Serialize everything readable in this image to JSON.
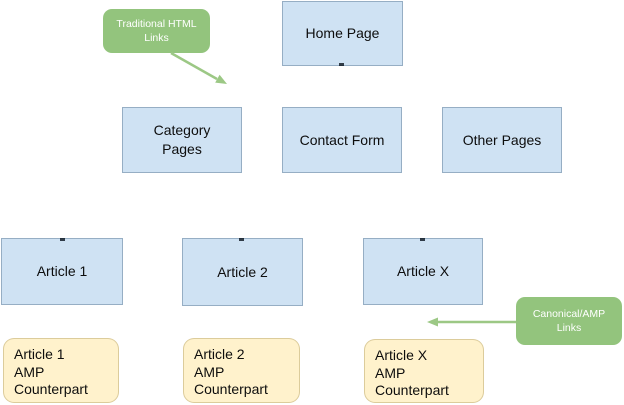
{
  "colors": {
    "background": "#ffffff",
    "page_box_fill": "#cfe2f3",
    "amp_box_fill": "#fff2cc",
    "annotation_fill": "#93c47d",
    "annotation_text": "#ffffff",
    "arrow": "#9cc885",
    "box_text": "#0d0d0d"
  },
  "boxes": {
    "home": {
      "label": "Home Page"
    },
    "category": {
      "label": "Category\nPages"
    },
    "contact": {
      "label": "Contact Form"
    },
    "other": {
      "label": "Other Pages"
    },
    "article1": {
      "label": "Article 1"
    },
    "article2": {
      "label": "Article 2"
    },
    "articleX": {
      "label": "Article X"
    },
    "amp1": {
      "label": "Article 1\nAMP\nCounterpart"
    },
    "amp2": {
      "label": "Article 2\nAMP\nCounterpart"
    },
    "ampX": {
      "label": "Article X\nAMP\nCounterpart"
    }
  },
  "annotations": {
    "traditional": {
      "label": "Traditional HTML\nLinks"
    },
    "canonical": {
      "label": "Canonical/AMP\nLinks"
    }
  }
}
